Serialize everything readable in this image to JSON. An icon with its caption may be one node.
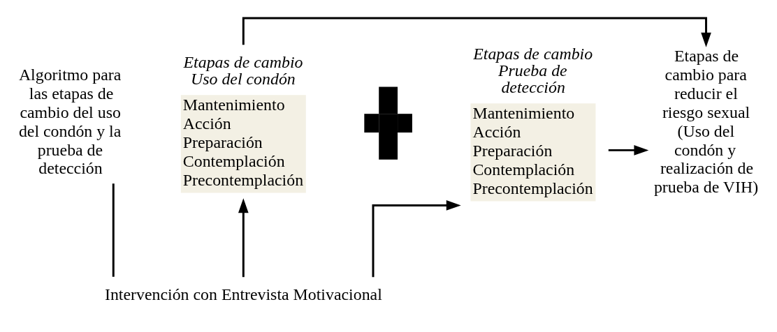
{
  "diagram": {
    "nodes": [
      {
        "text": [
          "Algoritmo para las etapas de cambio del uso del condón y la prueba de detección"
        ]
      },
      {
        "text": [
          "Etapas de cambio Uso del condón",
          "Mantenimiento Acción Preparación Contemplación Precontemplación"
        ]
      },
      {
        "text": [],
        "shape": "cross"
      },
      {
        "text": [
          "Etapas de cambio Prueba de detección",
          "Mantenimiento Acción Preparación Contemplación Precontemplación"
        ]
      },
      {
        "text": [
          "Etapas de cambio para reducir el riesgo sexual (Uso del condón y realización de prueba de VIH)"
        ]
      },
      {
        "text": [
          "Intervención con Entrevista Motivacional"
        ]
      }
    ],
    "edges": [
      {
        "from": 1,
        "to": 4,
        "arrow": "to"
      },
      {
        "from": 3,
        "to": 4,
        "arrow": "to"
      },
      {
        "from": 5,
        "to": 1,
        "arrow": "to"
      },
      {
        "from": 5,
        "to": 3,
        "arrow": "to"
      },
      {
        "from": 0,
        "to": 5,
        "arrow": "none"
      }
    ]
  }
}
